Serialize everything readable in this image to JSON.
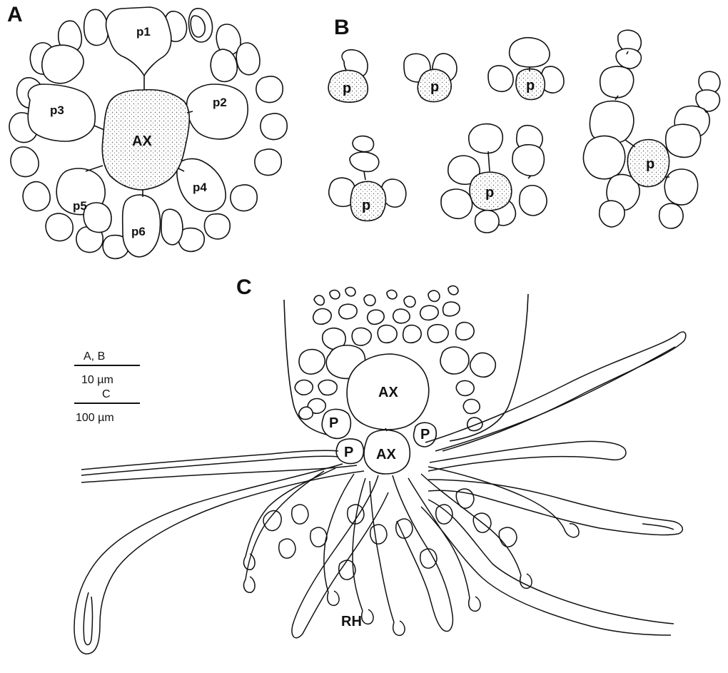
{
  "panels": {
    "a": {
      "letter": "A",
      "labels": {
        "p1": "p1",
        "p2": "p2",
        "p3": "p3",
        "p4": "p4",
        "p5": "p5",
        "p6": "p6",
        "ax": "AX"
      }
    },
    "b": {
      "letter": "B",
      "cluster_label": "p"
    },
    "c": {
      "letter": "C",
      "labels": {
        "ax_upper": "AX",
        "ax_lower": "AX",
        "p_left_upper": "P",
        "p_left_lower": "P",
        "p_right": "P",
        "rh": "RH"
      }
    }
  },
  "scale_bar": {
    "ab_label": "A, B",
    "ab_value": "10 µm",
    "c_label": "C",
    "c_value": "100 µm"
  }
}
